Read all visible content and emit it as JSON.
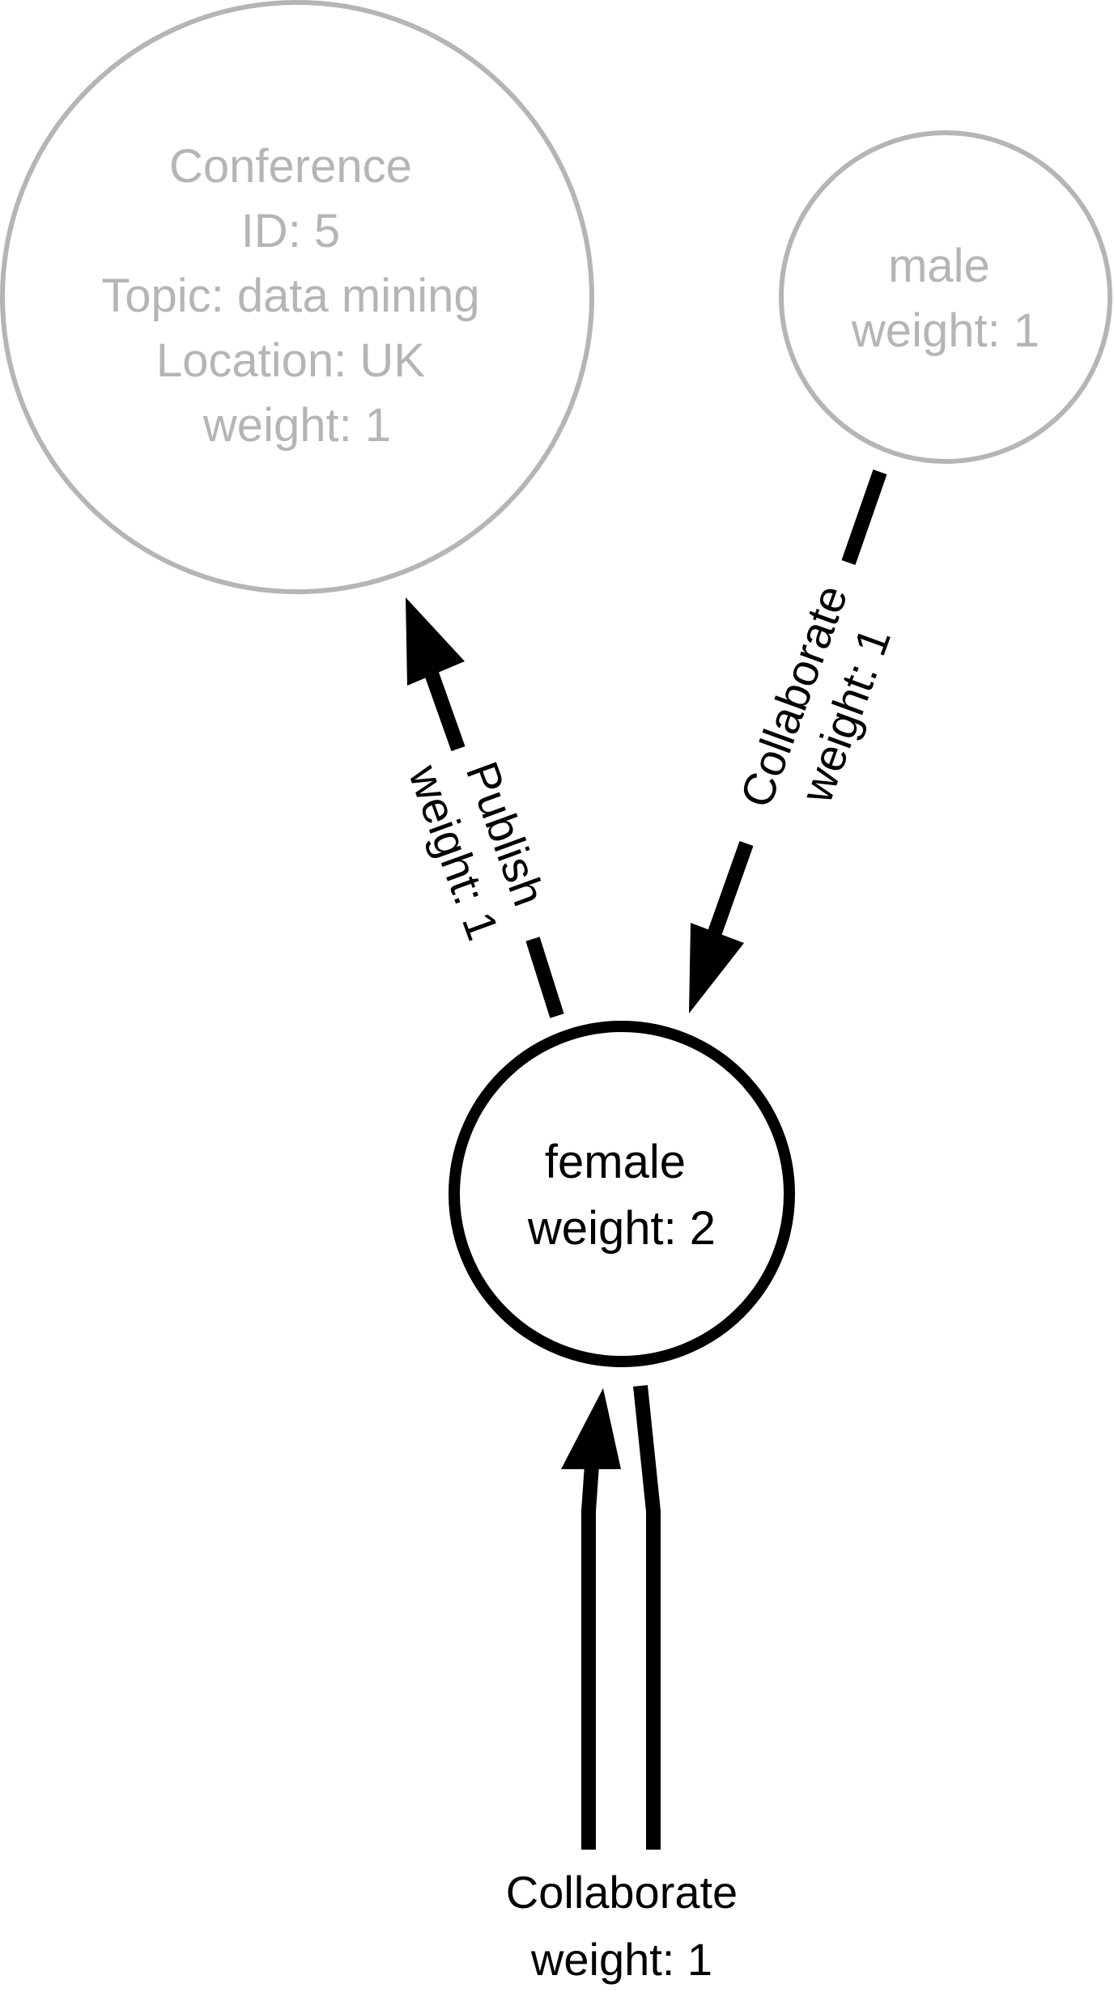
{
  "nodes": {
    "conference": {
      "lines": [
        "Conference",
        "ID: 5",
        "Topic: data mining",
        "Location: UK",
        "weight: 1"
      ],
      "color": "#b5b5b5"
    },
    "male": {
      "lines": [
        "male",
        "weight: 1"
      ],
      "color": "#b5b5b5"
    },
    "female": {
      "lines": [
        "female",
        "weight: 2"
      ],
      "color": "#000000"
    }
  },
  "edges": {
    "publish": {
      "line1": "Publish",
      "line2": "weight: 1"
    },
    "collaborate_male": {
      "line1": "Collaborate",
      "line2": "weight: 1"
    },
    "collaborate_self": {
      "line1": "Collaborate",
      "line2": "weight: 1"
    }
  }
}
